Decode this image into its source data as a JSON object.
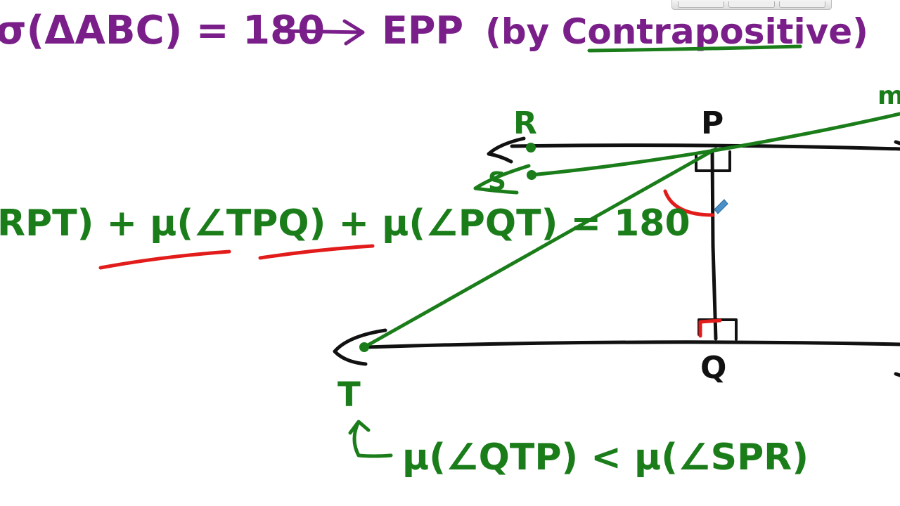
{
  "diagram": {
    "top_formula": {
      "lhs": "σ(ΔABC) = 180",
      "rhs": "EPP",
      "note": "(by Contrapositive)"
    },
    "angle_equation": "RPT) + μ(∠TPQ) + μ(∠PQT) = 180",
    "inequality": "μ(∠QTP) < μ(∠SPR)",
    "point_labels": {
      "R": "R",
      "P": "P",
      "S": "S",
      "Q": "Q",
      "T": "T",
      "m": "m"
    },
    "colors": {
      "purple": "#7a1f8a",
      "green": "#1a7d1a",
      "black": "#111111",
      "red": "#e21b1b",
      "pen_tip": "#4a90c8"
    }
  }
}
